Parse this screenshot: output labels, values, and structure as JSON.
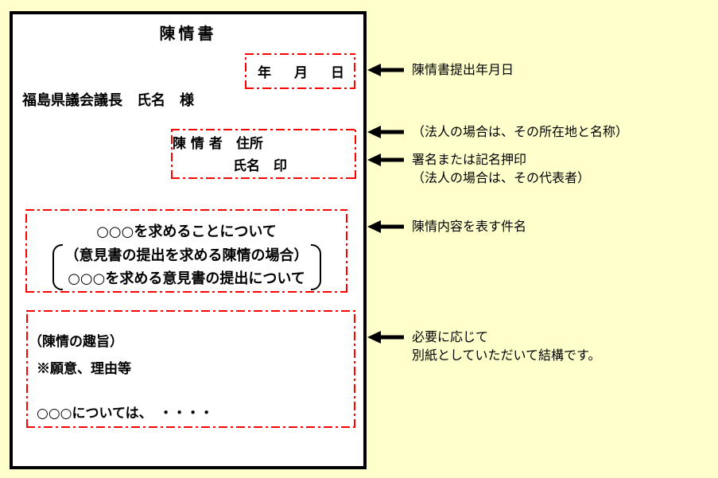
{
  "colors": {
    "background": "#FFFFCC",
    "paper": "#FFFFFF",
    "frame": "#000000",
    "highlight_box": "#FF0000",
    "text": "#000000"
  },
  "document": {
    "title": "陳情書",
    "date_placeholder": "年　月　日",
    "addressee": "福島県議会議長　氏名　様",
    "petitioner": {
      "line1": "陳 情 者　住所",
      "line2": "氏名　印"
    },
    "subject": {
      "line1": "○○○を求めることについて",
      "alt_note": "（意見書の提出を求める陳情の場合）",
      "alt_line": "○○○を求める意見書の提出について"
    },
    "purpose": {
      "line1": "（陳情の趣旨）",
      "line2": "※願意、理由等",
      "line3": "○○○については、　・・・・"
    }
  },
  "annotations": [
    {
      "line1": "陳情書提出年月日"
    },
    {
      "line1": "（法人の場合は、その所在地と名称）"
    },
    {
      "line1": "署名または記名押印",
      "line2": "（法人の場合は、その代表者）"
    },
    {
      "line1": "陳情内容を表す件名"
    },
    {
      "line1": "必要に応じて",
      "line2": "別紙としていただいて結構です。"
    }
  ]
}
